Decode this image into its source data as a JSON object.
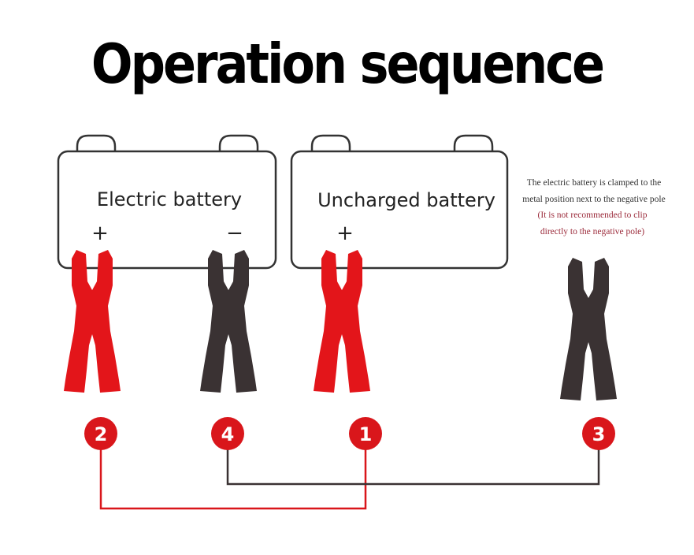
{
  "title": "Operation sequence",
  "batteries": [
    {
      "label": "Electric battery",
      "plus": "+",
      "minus": "−"
    },
    {
      "label": "Uncharged battery",
      "plus": "+"
    }
  ],
  "note": {
    "line1": "The electric battery is clamped to the",
    "line2": "metal position next to the negative pole",
    "line3": "(It is not recommended to clip",
    "line4": "directly to the negative pole)"
  },
  "steps": {
    "s1": "1",
    "s2": "2",
    "s3": "3",
    "s4": "4"
  },
  "colors": {
    "red": "#e3151a",
    "black": "#3a3233",
    "badge": "#d9161b",
    "note_main": "#333333",
    "note_sub": "#9b2a3a"
  }
}
